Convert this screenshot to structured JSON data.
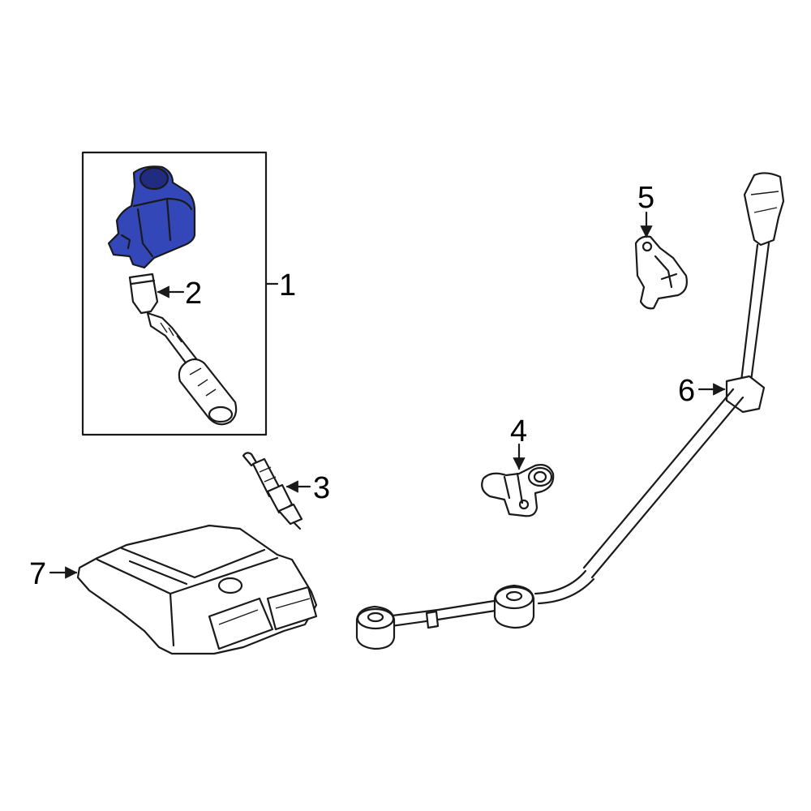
{
  "colors": {
    "highlight": "#3347b8",
    "highlight_dark": "#1f2c80",
    "line": "#1a1a1a",
    "background": "#ffffff"
  },
  "callouts": [
    {
      "id": "1",
      "label": "1"
    },
    {
      "id": "2",
      "label": "2"
    },
    {
      "id": "3",
      "label": "3"
    },
    {
      "id": "4",
      "label": "4"
    },
    {
      "id": "5",
      "label": "5"
    },
    {
      "id": "6",
      "label": "6"
    },
    {
      "id": "7",
      "label": "7"
    }
  ]
}
